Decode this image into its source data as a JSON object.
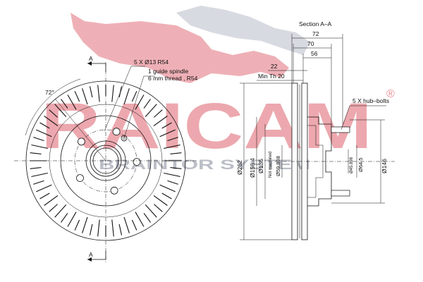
{
  "watermark": {
    "brand": "RAICAM",
    "tagline": "BRAINTOR SYSTEM",
    "registered": "®",
    "colors": {
      "red": "#e0707a",
      "grey": "#b8bcc8"
    }
  },
  "section_title": "Section A–A",
  "section_marks": [
    "A",
    "A"
  ],
  "angle_label": "72°",
  "callouts": {
    "bolt_holes": "5 X Ø13  R54",
    "guide_spindle_line1": "1 guide spindle",
    "guide_spindle_line2": "6 mm thread ,  R54",
    "hub_bolts": "5 X hub–bolts"
  },
  "dimensions": {
    "d72": "72",
    "d70": "70",
    "d56": "56",
    "d22": "22",
    "min_th": "Min Th 20",
    "dia262": "Ø262",
    "dia156": "Ø156.4",
    "dia135": "Ø135",
    "not_machined": "Not machined",
    "dia59": "Ø59.898",
    "dia45": "Ø45.898",
    "dia64": "Ø64.5",
    "dia146": "Ø146"
  }
}
